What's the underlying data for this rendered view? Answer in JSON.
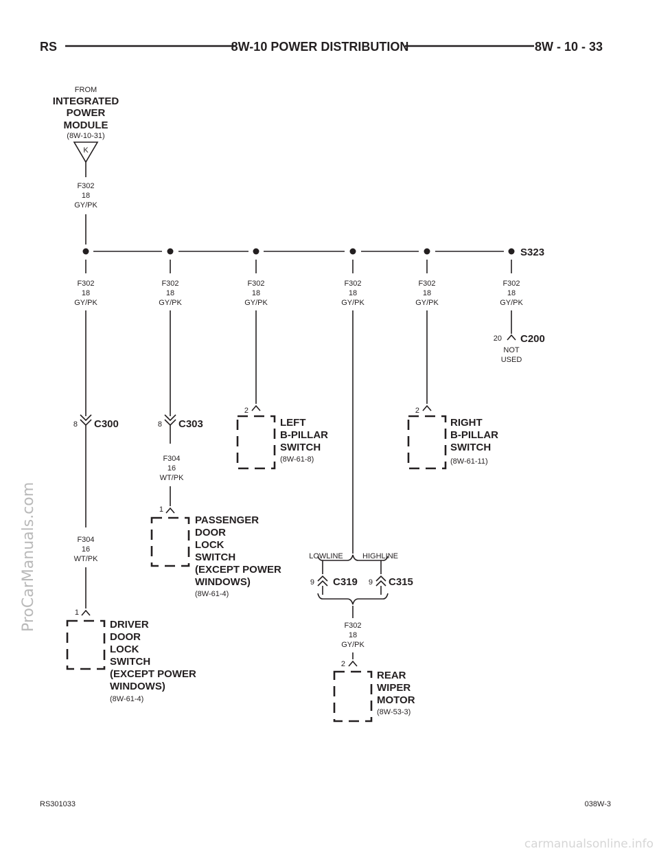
{
  "header": {
    "left": "RS",
    "title": "8W-10 POWER DISTRIBUTION",
    "right": "8W - 10 - 33"
  },
  "footer": {
    "left": "RS301033",
    "right": "038W-3"
  },
  "watermark": {
    "side": "ProCarManuals.com",
    "bottom": "carmanualsonline.info"
  },
  "source": {
    "from": "FROM",
    "line1": "INTEGRATED",
    "line2": "POWER",
    "line3": "MODULE",
    "ref": "(8W-10-31)",
    "pin": "K"
  },
  "wire_f302": {
    "circuit": "F302",
    "gauge": "18",
    "color": "GY/PK"
  },
  "wire_f304": {
    "circuit": "F304",
    "gauge": "16",
    "color": "WT/PK"
  },
  "splice": {
    "name": "S323"
  },
  "connectors": {
    "c200": {
      "name": "C200",
      "pin": "20",
      "note1": "NOT",
      "note2": "USED"
    },
    "c300": {
      "name": "C300",
      "pin": "8"
    },
    "c303": {
      "name": "C303",
      "pin": "8"
    },
    "c319": {
      "name": "C319",
      "pin": "9",
      "variant": "LOWLINE"
    },
    "c315": {
      "name": "C315",
      "pin": "9",
      "variant": "HIGHLINE"
    }
  },
  "components": {
    "left_bpillar": {
      "pin": "2",
      "lines": [
        "LEFT",
        "B-PILLAR",
        "SWITCH"
      ],
      "ref": "(8W-61-8)"
    },
    "right_bpillar": {
      "pin": "2",
      "lines": [
        "RIGHT",
        "B-PILLAR",
        "SWITCH"
      ],
      "ref": "(8W-61-11)"
    },
    "passenger_door": {
      "pin": "1",
      "lines": [
        "PASSENGER",
        "DOOR",
        "LOCK",
        "SWITCH",
        "(EXCEPT POWER",
        "WINDOWS)"
      ],
      "ref": "(8W-61-4)"
    },
    "driver_door": {
      "pin": "1",
      "lines": [
        "DRIVER",
        "DOOR",
        "LOCK",
        "SWITCH",
        "(EXCEPT POWER",
        "WINDOWS)"
      ],
      "ref": "(8W-61-4)"
    },
    "rear_wiper": {
      "pin": "2",
      "lines": [
        "REAR",
        "WIPER",
        "MOTOR"
      ],
      "ref": "(8W-53-3)"
    }
  }
}
